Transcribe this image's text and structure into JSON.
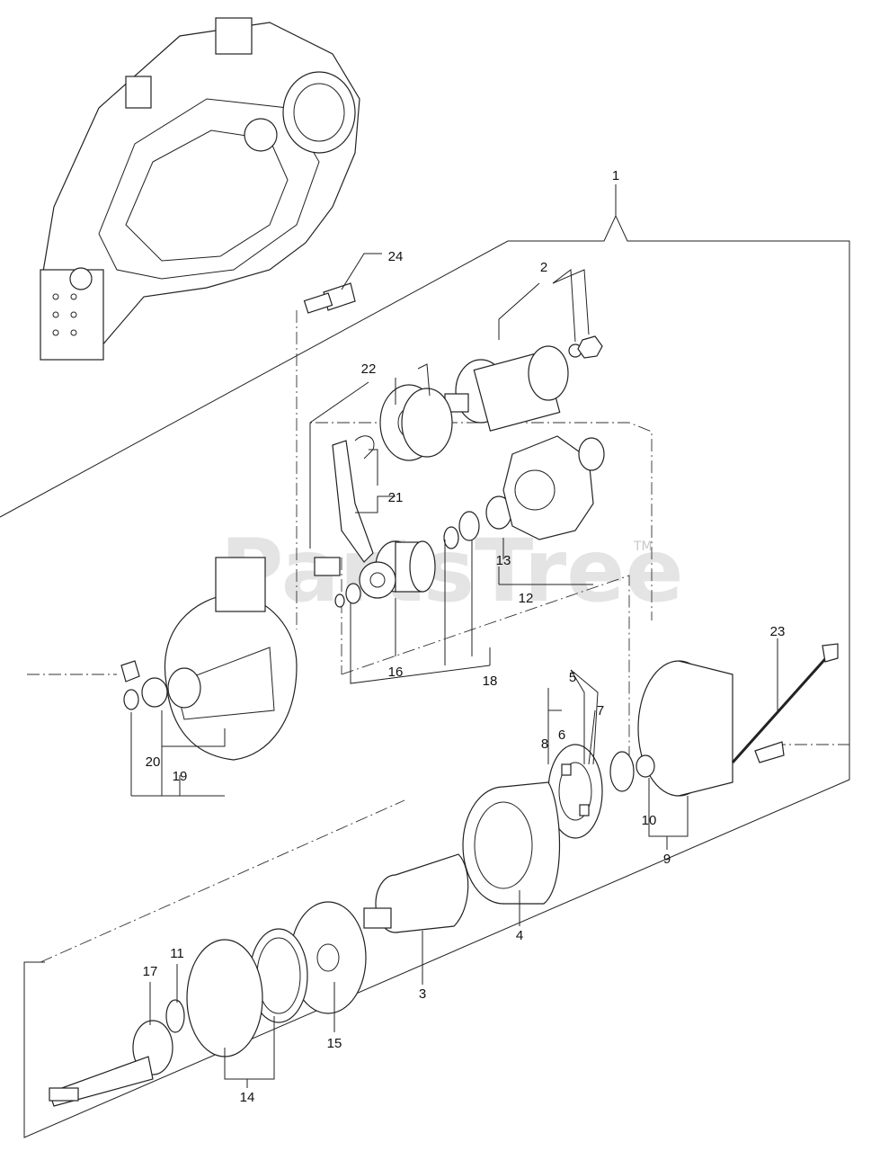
{
  "watermark": {
    "text": "PartsTree",
    "tm": "TM"
  },
  "callouts": [
    "1",
    "2",
    "3",
    "4",
    "5",
    "6",
    "7",
    "8",
    "9",
    "10",
    "11",
    "12",
    "13",
    "14",
    "15",
    "16",
    "17",
    "18",
    "19",
    "20",
    "21",
    "22",
    "23",
    "24"
  ],
  "colors": {
    "line": "#222222",
    "watermark": "#cfcfcf",
    "background": "#ffffff"
  }
}
